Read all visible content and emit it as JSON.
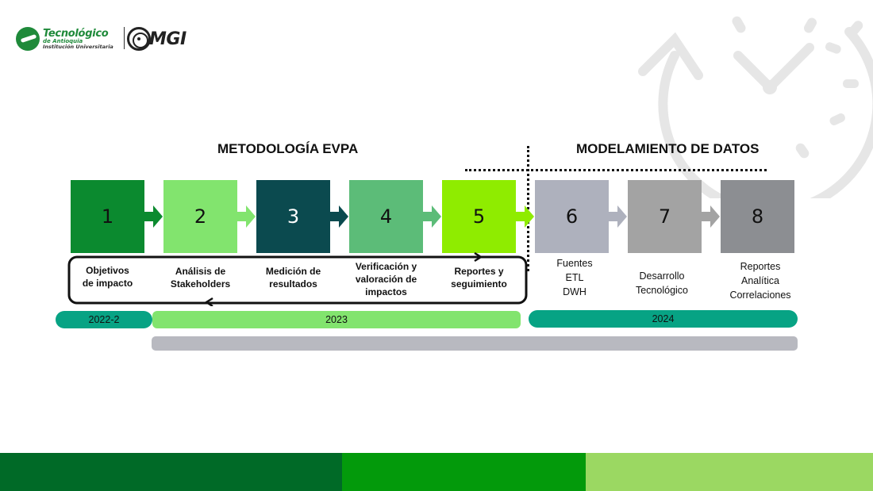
{
  "logos": {
    "institution_name": "Tecnológico",
    "institution_sub": "de Antioquia",
    "institution_tag": "Institución Universitaria",
    "mgi": "MGI"
  },
  "sections": {
    "left_title": "METODOLOGÍA EVPA",
    "right_title": "MODELAMIENTO DE DATOS"
  },
  "steps": [
    {
      "number": "1",
      "label": "Objetivos\nde impacto",
      "color": "#0b8a2f"
    },
    {
      "number": "2",
      "label": "Análisis de\nStakeholders",
      "color": "#82e46e"
    },
    {
      "number": "3",
      "label": "Medición de\nresultados",
      "color": "#0b4a4f"
    },
    {
      "number": "4",
      "label": "Verificación y\nvaloración de\nimpactos",
      "color": "#5cbc78"
    },
    {
      "number": "5",
      "label": "Reportes y\nseguimiento",
      "color": "#8fec00"
    },
    {
      "number": "6",
      "label": "Fuentes\nETL\nDWH",
      "color": "#aeb1bd"
    },
    {
      "number": "7",
      "label": "Desarrollo\nTecnológico",
      "color": "#a3a3a3"
    },
    {
      "number": "8",
      "label": "Reportes\nAnalítica\nCorrelaciones",
      "color": "#8c8e92"
    }
  ],
  "timeline": {
    "p1": "2022-2",
    "p2": "2023",
    "p3": "2024"
  },
  "colors": {
    "teal": "#07a384",
    "light_green": "#82e46e",
    "gray_bar": "#b8b9c0",
    "footer_dark": "#006a27",
    "footer_mid": "#039a0b",
    "footer_light": "#9bd862"
  }
}
